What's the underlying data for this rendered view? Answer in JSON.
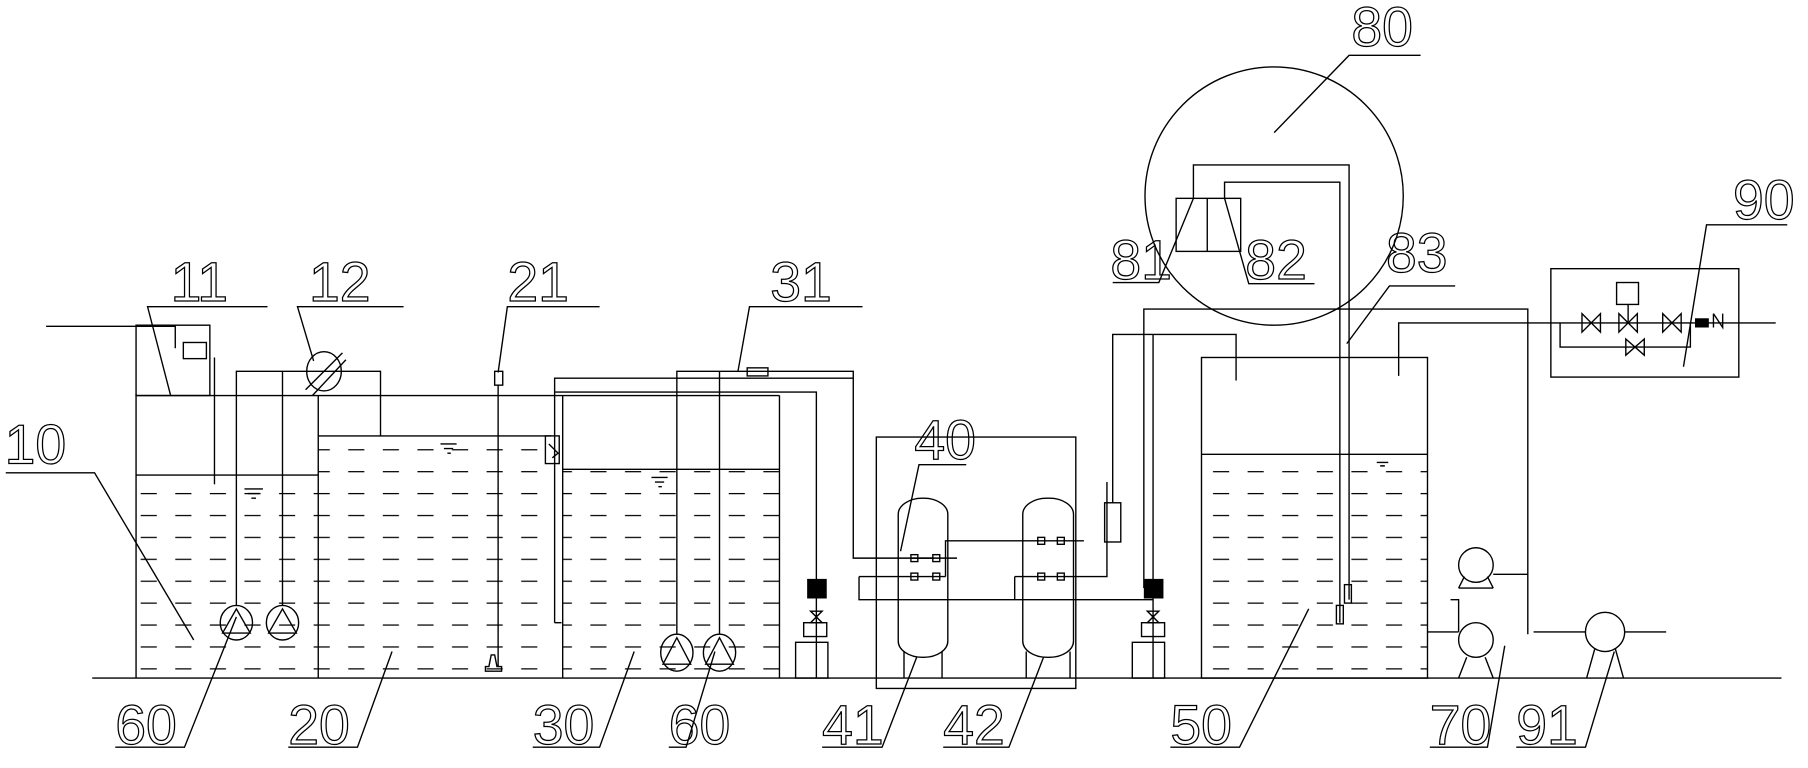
{
  "labels": {
    "l10": "10",
    "l11": "11",
    "l12": "12",
    "l20": "20",
    "l21": "21",
    "l30": "30",
    "l31": "31",
    "l40": "40",
    "l41": "41",
    "l42": "42",
    "l50": "50",
    "l60a": "60",
    "l60b": "60",
    "l70": "70",
    "l80": "80",
    "l81": "81",
    "l82": "82",
    "l83": "83",
    "l90": "90",
    "l91": "91"
  }
}
